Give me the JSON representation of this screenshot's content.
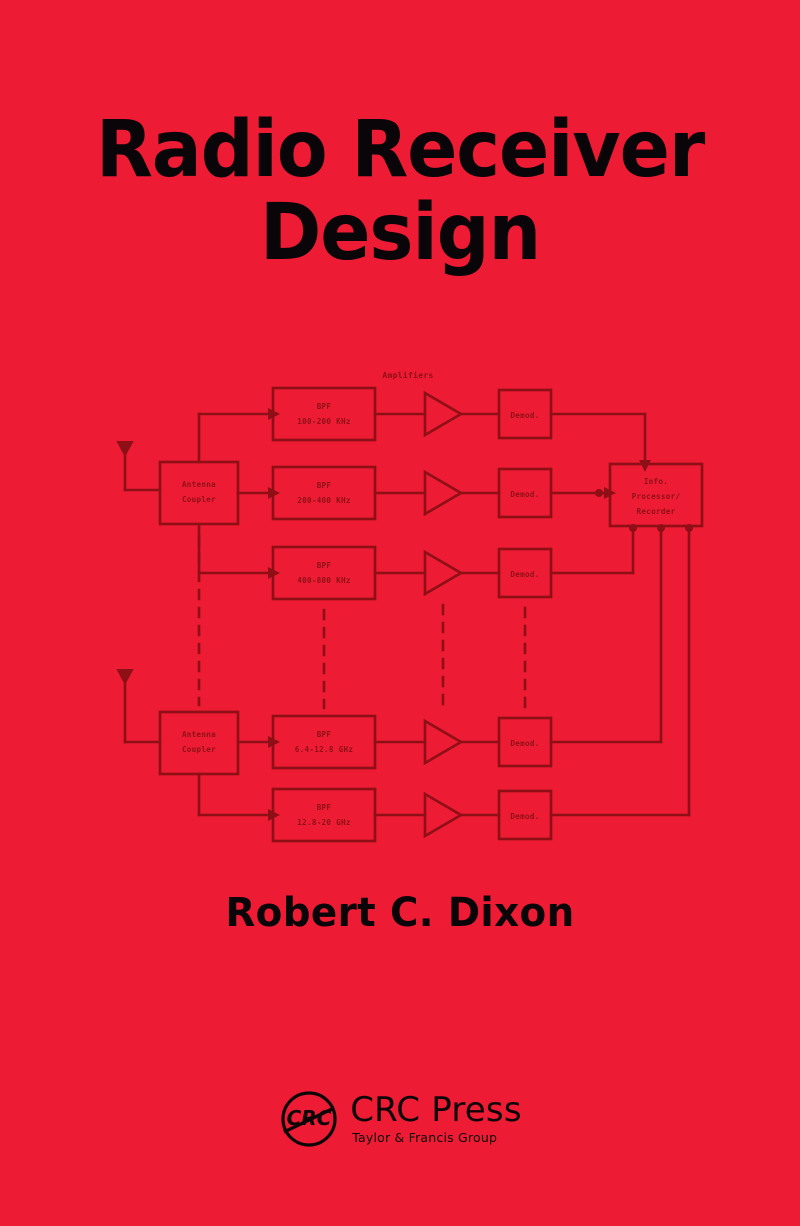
{
  "cover": {
    "background_color": "#ED1B34",
    "title_line_1": "Radio Receiver",
    "title_line_2": "Design",
    "author": "Robert C. Dixon"
  },
  "publisher": {
    "name": "CRC Press",
    "imprint": "Taylor & Francis Group",
    "logo_text": "CRC"
  },
  "diagram": {
    "line_color": "#8E1016",
    "section_label_amplifiers": "Amplifiers",
    "antenna_coupler_1": {
      "line1": "Antenna",
      "line2": "Coupler"
    },
    "antenna_coupler_2": {
      "line1": "Antenna",
      "line2": "Coupler"
    },
    "processor": {
      "line1": "Info.",
      "line2": "Processor/",
      "line3": "Recorder"
    },
    "filters": [
      {
        "type": "BPF",
        "range": "100-200  KHz"
      },
      {
        "type": "BPF",
        "range": "200-400  KHz"
      },
      {
        "type": "BPF",
        "range": "400-800  KHz"
      },
      {
        "type": "BPF",
        "range": "6.4-12.8  GHz"
      },
      {
        "type": "BPF",
        "range": "12.8-20  GHz"
      }
    ],
    "demodulators": [
      {
        "label": "Demod."
      },
      {
        "label": "Demod."
      },
      {
        "label": "Demod."
      },
      {
        "label": "Demod."
      },
      {
        "label": "Demod."
      }
    ]
  }
}
